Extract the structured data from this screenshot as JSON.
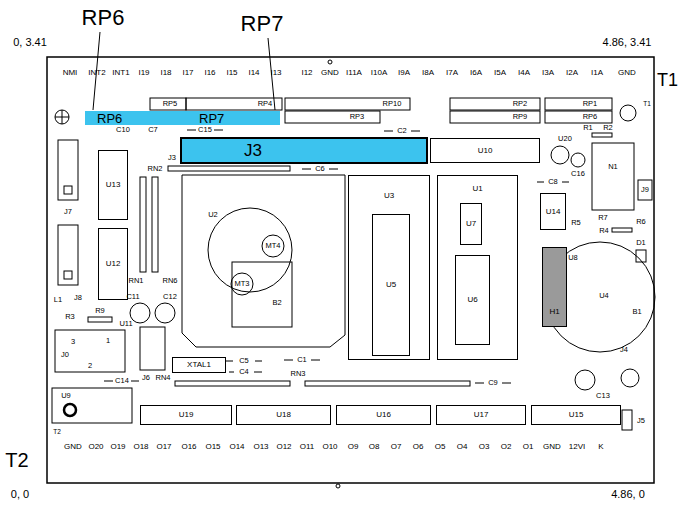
{
  "diagram": {
    "nodes": [
      {
        "text": [
          "RP6"
        ]
      },
      {
        "text": [
          "RP7"
        ]
      },
      {
        "text": [
          "J3"
        ]
      },
      {
        "text": [
          "U10"
        ]
      },
      {
        "text": [
          "U13"
        ]
      },
      {
        "text": [
          "U12"
        ]
      },
      {
        "text": [
          "U3"
        ]
      },
      {
        "text": [
          "U5"
        ],
        "in": 6
      },
      {
        "text": [
          "U1"
        ]
      },
      {
        "text": [
          "U7"
        ],
        "in": 8
      },
      {
        "text": [
          "U6"
        ],
        "in": 8
      },
      {
        "text": [
          "U14"
        ]
      },
      {
        "text": [
          "H1"
        ]
      },
      {
        "text": [
          "XTAL1"
        ]
      },
      {
        "text": [
          "U19"
        ]
      },
      {
        "text": [
          "U18"
        ]
      },
      {
        "text": [
          "U16"
        ]
      },
      {
        "text": [
          "U17"
        ]
      },
      {
        "text": [
          "U15"
        ]
      }
    ],
    "labels": [
      "RP6",
      "RP7",
      "0, 3.41",
      "4.86, 3.41",
      "T1",
      "NMI",
      "INT2",
      "INT1",
      "I19",
      "I18",
      "I17",
      "I16",
      "I15",
      "I14",
      "I13",
      "I12",
      "GND",
      "I11A",
      "I10A",
      "I9A",
      "I8A",
      "I7A",
      "I6A",
      "I5A",
      "I4A",
      "I3A",
      "I2A",
      "I1A",
      "GND",
      "GND",
      "O20",
      "O19",
      "O18",
      "O17",
      "O16",
      "O15",
      "O14",
      "O13",
      "O12",
      "O11",
      "O10",
      "O9",
      "O8",
      "O7",
      "O6",
      "O5",
      "O4",
      "O3",
      "O2",
      "O1",
      "GND",
      "12VI",
      "K",
      "T2",
      "0, 0",
      "4.86, 0",
      "RP5",
      "RP4",
      "RP10",
      "RP3",
      "RP2",
      "RP9",
      "RP1",
      "RP6",
      "T1",
      "C10",
      "C7",
      "C15",
      "C2",
      "U20",
      "R1",
      "R2",
      "J3",
      "RN2",
      "C6",
      "C8",
      "C16",
      "N1",
      "J9",
      "J7",
      "U2",
      "MT4",
      "MT3",
      "B2",
      "RN1",
      "RN6",
      "C11",
      "C12",
      "L1",
      "J8",
      "R3",
      "R9",
      "U11",
      "R5",
      "R7",
      "R6",
      "R4",
      "D1",
      "U8",
      "U4",
      "B1",
      "J4",
      "C13",
      "J5",
      "J6",
      "RN4",
      "C5",
      "C4",
      "C1",
      "RN3",
      "C14",
      "C9",
      "J0",
      "3",
      "1",
      "2",
      "U9",
      "T2"
    ]
  }
}
